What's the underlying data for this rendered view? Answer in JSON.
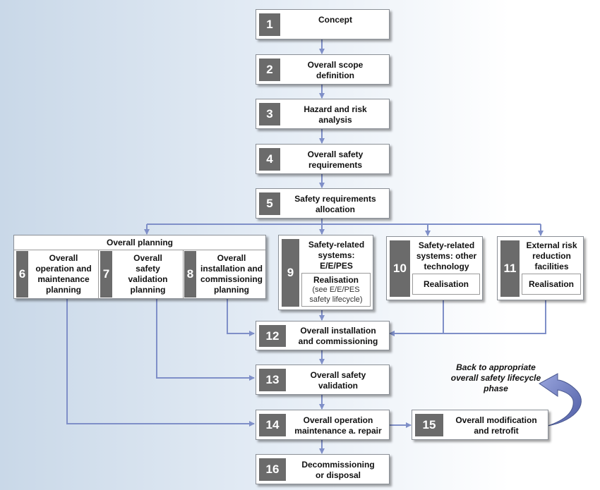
{
  "phases": {
    "p1": {
      "num": "1",
      "label": "Concept"
    },
    "p2": {
      "num": "2",
      "label": "Overall scope\ndefinition"
    },
    "p3": {
      "num": "3",
      "label": "Hazard and risk\nanalysis"
    },
    "p4": {
      "num": "4",
      "label": "Overall safety\nrequirements"
    },
    "p5": {
      "num": "5",
      "label": "Safety requirements\nallocation"
    },
    "planning_title": "Overall planning",
    "p6": {
      "num": "6",
      "label": "Overall\noperation and\nmaintenance\nplanning"
    },
    "p7": {
      "num": "7",
      "label": "Overall\nsafety\nvalidation\nplanning"
    },
    "p8": {
      "num": "8",
      "label": "Overall\ninstallation and\ncommissioning\nplanning"
    },
    "p9": {
      "num": "9",
      "label": "Safety-related\nsystems:\nE/E/PES",
      "sub": "Realisation",
      "sub_note": "(see E/E/PES\nsafety lifecycle)"
    },
    "p10": {
      "num": "10",
      "label": "Safety-related\nsystems: other\ntechnology",
      "sub": "Realisation"
    },
    "p11": {
      "num": "11",
      "label": "External risk\nreduction\nfacilities",
      "sub": "Realisation"
    },
    "p12": {
      "num": "12",
      "label": "Overall installation\nand commissioning"
    },
    "p13": {
      "num": "13",
      "label": "Overall safety\nvalidation"
    },
    "p14": {
      "num": "14",
      "label": "Overall operation\nmaintenance a. repair"
    },
    "p15": {
      "num": "15",
      "label": "Overall modification\nand retrofit"
    },
    "p16": {
      "num": "16",
      "label": "Decommissioning\nor disposal"
    }
  },
  "back_note": "Back to appropriate\noverall safety lifecycle\nphase",
  "colors": {
    "connector": "#7f8fc8",
    "number_block": "#6b6b6b",
    "back_arrow": "#6f7fc0"
  }
}
